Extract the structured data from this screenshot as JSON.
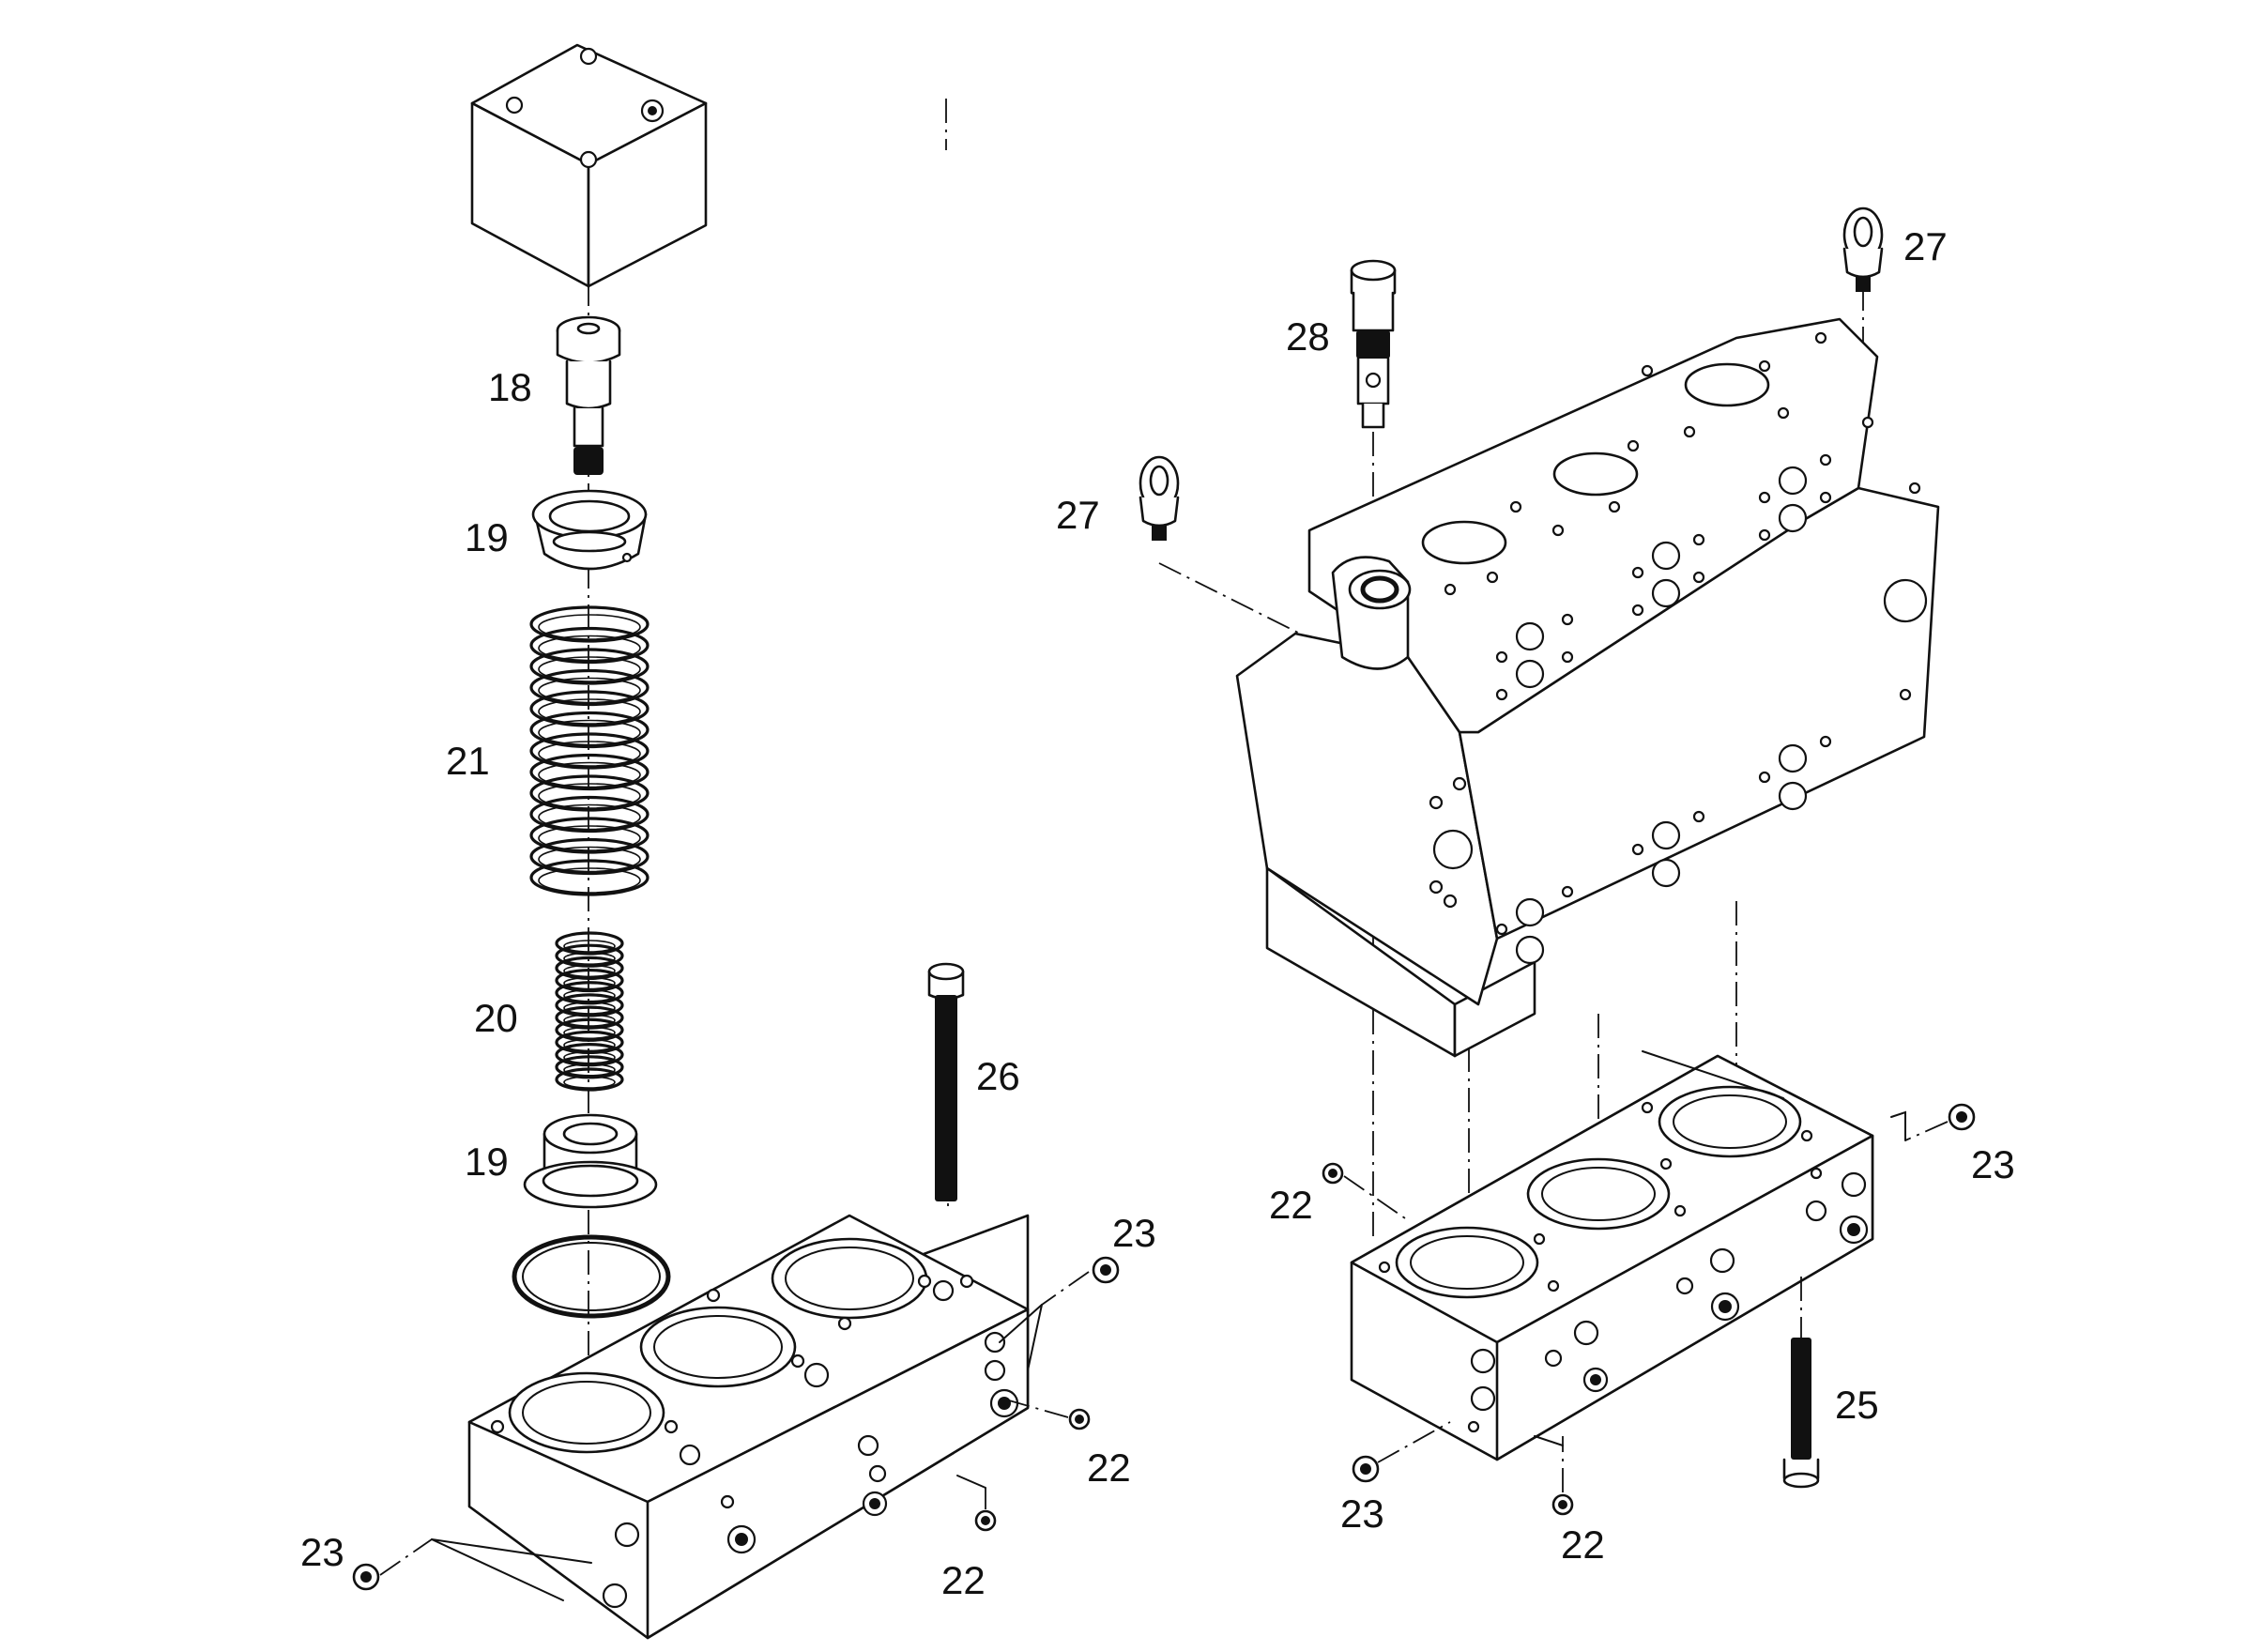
{
  "labels": {
    "p18": "18",
    "p19_top": "19",
    "p21": "21",
    "p20": "20",
    "p19_bottom": "19",
    "p26": "26",
    "p23_left_block_right": "23",
    "p22_left_block_right": "22",
    "p22_left_block_bottom": "22",
    "p23_left_block_left": "23",
    "p28": "28",
    "p27_right": "27",
    "p27_left": "27",
    "p23_right_block_right": "23",
    "p22_right_block_left": "22",
    "p25": "25",
    "p23_right_block_left": "23",
    "p22_right_block_bottom": "22"
  }
}
